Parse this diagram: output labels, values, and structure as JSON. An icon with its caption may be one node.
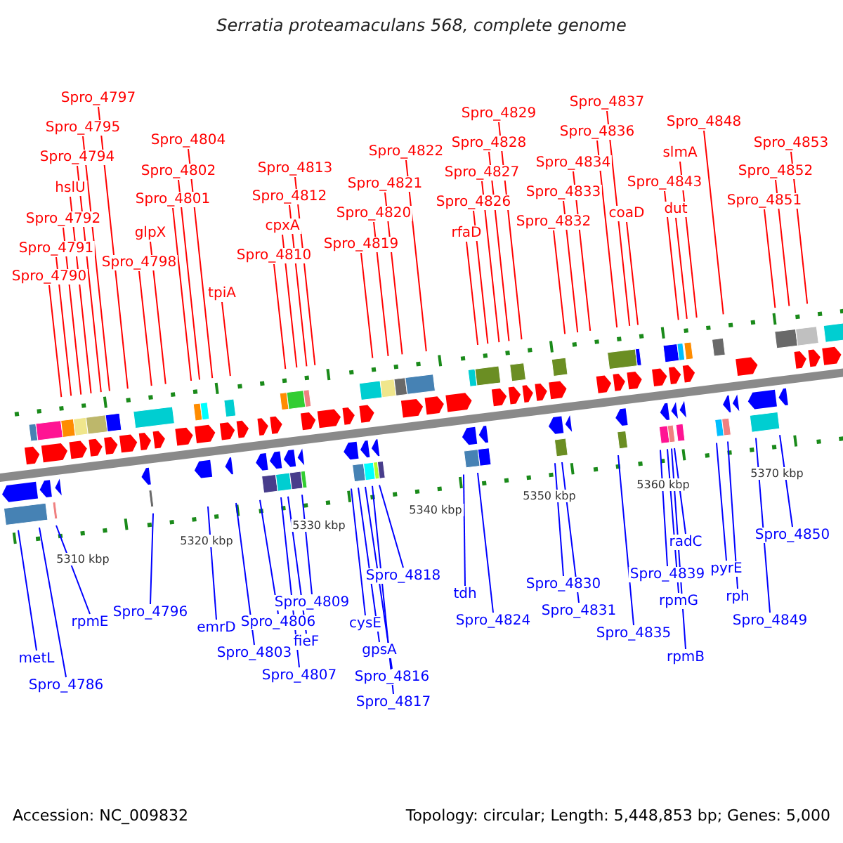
{
  "diagram": {
    "title": "Serratia proteamaculans 568, complete genome",
    "nodes": [
      {
        "text": [
          "Spro_4797"
        ]
      },
      {
        "text": [
          "Spro_4795"
        ]
      },
      {
        "text": [
          "Spro_4794"
        ]
      },
      {
        "text": [
          "hslU"
        ]
      },
      {
        "text": [
          "Spro_4792"
        ]
      },
      {
        "text": [
          "Spro_4791"
        ]
      },
      {
        "text": [
          "Spro_4790"
        ]
      },
      {
        "text": [
          "Spro_4804"
        ]
      },
      {
        "text": [
          "Spro_4802"
        ]
      },
      {
        "text": [
          "Spro_4801"
        ]
      },
      {
        "text": [
          "glpX"
        ]
      },
      {
        "text": [
          "Spro_4798"
        ]
      },
      {
        "text": [
          "tpiA"
        ]
      },
      {
        "text": [
          "Spro_4813"
        ]
      },
      {
        "text": [
          "Spro_4812"
        ]
      },
      {
        "text": [
          "cpxA"
        ]
      },
      {
        "text": [
          "Spro_4810"
        ]
      },
      {
        "text": [
          "Spro_4822"
        ]
      },
      {
        "text": [
          "Spro_4821"
        ]
      },
      {
        "text": [
          "Spro_4820"
        ]
      },
      {
        "text": [
          "Spro_4819"
        ]
      },
      {
        "text": [
          "Spro_4829"
        ]
      },
      {
        "text": [
          "Spro_4828"
        ]
      },
      {
        "text": [
          "Spro_4827"
        ]
      },
      {
        "text": [
          "Spro_4826"
        ]
      },
      {
        "text": [
          "rfaD"
        ]
      },
      {
        "text": [
          "Spro_4837"
        ]
      },
      {
        "text": [
          "Spro_4836"
        ]
      },
      {
        "text": [
          "Spro_4834"
        ]
      },
      {
        "text": [
          "Spro_4833"
        ]
      },
      {
        "text": [
          "Spro_4832"
        ]
      },
      {
        "text": [
          "coaD"
        ]
      },
      {
        "text": [
          "Spro_4848"
        ]
      },
      {
        "text": [
          "slmA"
        ]
      },
      {
        "text": [
          "Spro_4843"
        ]
      },
      {
        "text": [
          "dut"
        ]
      },
      {
        "text": [
          "Spro_4853"
        ]
      },
      {
        "text": [
          "Spro_4852"
        ]
      },
      {
        "text": [
          "Spro_4851"
        ]
      },
      {
        "text": [
          "metL"
        ]
      },
      {
        "text": [
          "Spro_4786"
        ]
      },
      {
        "text": [
          "rpmE"
        ]
      },
      {
        "text": [
          "Spro_4796"
        ]
      },
      {
        "text": [
          "emrD"
        ]
      },
      {
        "text": [
          "Spro_4803"
        ]
      },
      {
        "text": [
          "Spro_4806"
        ]
      },
      {
        "text": [
          "Spro_4809"
        ]
      },
      {
        "text": [
          "fieF"
        ]
      },
      {
        "text": [
          "Spro_4807"
        ]
      },
      {
        "text": [
          "cysE"
        ]
      },
      {
        "text": [
          "gpsA"
        ]
      },
      {
        "text": [
          "Spro_4816"
        ]
      },
      {
        "text": [
          "Spro_4817"
        ]
      },
      {
        "text": [
          "Spro_4818"
        ]
      },
      {
        "text": [
          "Spro_4824"
        ]
      },
      {
        "text": [
          "tdh"
        ]
      },
      {
        "text": [
          "Spro_4830"
        ]
      },
      {
        "text": [
          "Spro_4831"
        ]
      },
      {
        "text": [
          "Spro_4835"
        ]
      },
      {
        "text": [
          "Spro_4839"
        ]
      },
      {
        "text": [
          "radC"
        ]
      },
      {
        "text": [
          "rpmG"
        ]
      },
      {
        "text": [
          "rpmB"
        ]
      },
      {
        "text": [
          "pyrE"
        ]
      },
      {
        "text": [
          "rph"
        ]
      },
      {
        "text": [
          "Spro_4849"
        ]
      },
      {
        "text": [
          "Spro_4850"
        ]
      }
    ],
    "edges": [
      {
        "from": 0,
        "to": null,
        "arrow": "none"
      },
      {
        "from": 1,
        "to": null,
        "arrow": "none"
      },
      {
        "from": 2,
        "to": null,
        "arrow": "none"
      },
      {
        "from": 3,
        "to": null,
        "arrow": "none"
      },
      {
        "from": 4,
        "to": null,
        "arrow": "none"
      },
      {
        "from": 5,
        "to": null,
        "arrow": "none"
      },
      {
        "from": 6,
        "to": null,
        "arrow": "none"
      },
      {
        "from": 7,
        "to": null,
        "arrow": "none"
      },
      {
        "from": 8,
        "to": null,
        "arrow": "none"
      },
      {
        "from": 9,
        "to": null,
        "arrow": "none"
      },
      {
        "from": 10,
        "to": null,
        "arrow": "none"
      },
      {
        "from": 11,
        "to": null,
        "arrow": "none"
      },
      {
        "from": 12,
        "to": null,
        "arrow": "none"
      },
      {
        "from": 13,
        "to": null,
        "arrow": "none"
      },
      {
        "from": 14,
        "to": null,
        "arrow": "none"
      },
      {
        "from": 15,
        "to": null,
        "arrow": "none"
      },
      {
        "from": 16,
        "to": null,
        "arrow": "none"
      },
      {
        "from": 17,
        "to": null,
        "arrow": "none"
      },
      {
        "from": 18,
        "to": null,
        "arrow": "none"
      },
      {
        "from": 19,
        "to": null,
        "arrow": "none"
      },
      {
        "from": 20,
        "to": null,
        "arrow": "none"
      },
      {
        "from": 21,
        "to": null,
        "arrow": "none"
      },
      {
        "from": 22,
        "to": null,
        "arrow": "none"
      },
      {
        "from": 23,
        "to": null,
        "arrow": "none"
      },
      {
        "from": 24,
        "to": null,
        "arrow": "none"
      },
      {
        "from": 25,
        "to": null,
        "arrow": "none"
      },
      {
        "from": 26,
        "to": null,
        "arrow": "none"
      },
      {
        "from": 27,
        "to": null,
        "arrow": "none"
      },
      {
        "from": 28,
        "to": null,
        "arrow": "none"
      },
      {
        "from": 29,
        "to": null,
        "arrow": "none"
      },
      {
        "from": 30,
        "to": null,
        "arrow": "none"
      },
      {
        "from": 31,
        "to": null,
        "arrow": "none"
      },
      {
        "from": 32,
        "to": null,
        "arrow": "none"
      },
      {
        "from": 33,
        "to": null,
        "arrow": "none"
      },
      {
        "from": 34,
        "to": null,
        "arrow": "none"
      },
      {
        "from": 35,
        "to": null,
        "arrow": "none"
      },
      {
        "from": 36,
        "to": null,
        "arrow": "none"
      },
      {
        "from": 37,
        "to": null,
        "arrow": "none"
      },
      {
        "from": 38,
        "to": null,
        "arrow": "none"
      },
      {
        "from": 39,
        "to": null,
        "arrow": "none",
        "color": "#0000ff"
      },
      {
        "from": 40,
        "to": null,
        "arrow": "none",
        "color": "#0000ff"
      },
      {
        "from": 41,
        "to": null,
        "arrow": "none",
        "color": "#0000ff"
      },
      {
        "from": 42,
        "to": null,
        "arrow": "none",
        "color": "#0000ff"
      },
      {
        "from": 43,
        "to": null,
        "arrow": "none",
        "color": "#0000ff"
      },
      {
        "from": 44,
        "to": null,
        "arrow": "none",
        "color": "#0000ff"
      },
      {
        "from": 45,
        "to": null,
        "arrow": "none",
        "color": "#0000ff"
      },
      {
        "from": 46,
        "to": null,
        "arrow": "none",
        "color": "#0000ff"
      },
      {
        "from": 47,
        "to": null,
        "arrow": "none",
        "color": "#0000ff"
      },
      {
        "from": 48,
        "to": null,
        "arrow": "none",
        "color": "#0000ff"
      },
      {
        "from": 49,
        "to": null,
        "arrow": "none",
        "color": "#0000ff"
      },
      {
        "from": 50,
        "to": null,
        "arrow": "none",
        "color": "#0000ff"
      },
      {
        "from": 51,
        "to": null,
        "arrow": "none",
        "color": "#0000ff"
      },
      {
        "from": 52,
        "to": null,
        "arrow": "none",
        "color": "#0000ff"
      },
      {
        "from": 53,
        "to": null,
        "arrow": "none",
        "color": "#0000ff"
      },
      {
        "from": 54,
        "to": null,
        "arrow": "none",
        "color": "#0000ff"
      },
      {
        "from": 55,
        "to": null,
        "arrow": "none",
        "color": "#0000ff"
      },
      {
        "from": 56,
        "to": null,
        "arrow": "none",
        "color": "#0000ff"
      },
      {
        "from": 57,
        "to": null,
        "arrow": "none",
        "color": "#0000ff"
      },
      {
        "from": 58,
        "to": null,
        "arrow": "none",
        "color": "#0000ff"
      },
      {
        "from": 59,
        "to": null,
        "arrow": "none",
        "color": "#0000ff"
      },
      {
        "from": 60,
        "to": null,
        "arrow": "none",
        "color": "#0000ff"
      },
      {
        "from": 61,
        "to": null,
        "arrow": "none",
        "color": "#0000ff"
      },
      {
        "from": 62,
        "to": null,
        "arrow": "none",
        "color": "#0000ff"
      },
      {
        "from": 63,
        "to": null,
        "arrow": "none",
        "color": "#0000ff"
      },
      {
        "from": 64,
        "to": null,
        "arrow": "none",
        "color": "#0000ff"
      },
      {
        "from": 65,
        "to": null,
        "arrow": "none",
        "color": "#0000ff"
      },
      {
        "from": 66,
        "to": null,
        "arrow": "none",
        "color": "#0000ff"
      }
    ],
    "labels": [
      "5310 kbp",
      "5320 kbp",
      "5330 kbp",
      "5340 kbp",
      "5350 kbp",
      "5360 kbp",
      "5370 kbp",
      "Accession: NC_009832",
      "Topology: circular; Length: 5,448,853 bp; Genes: 5,000"
    ]
  }
}
